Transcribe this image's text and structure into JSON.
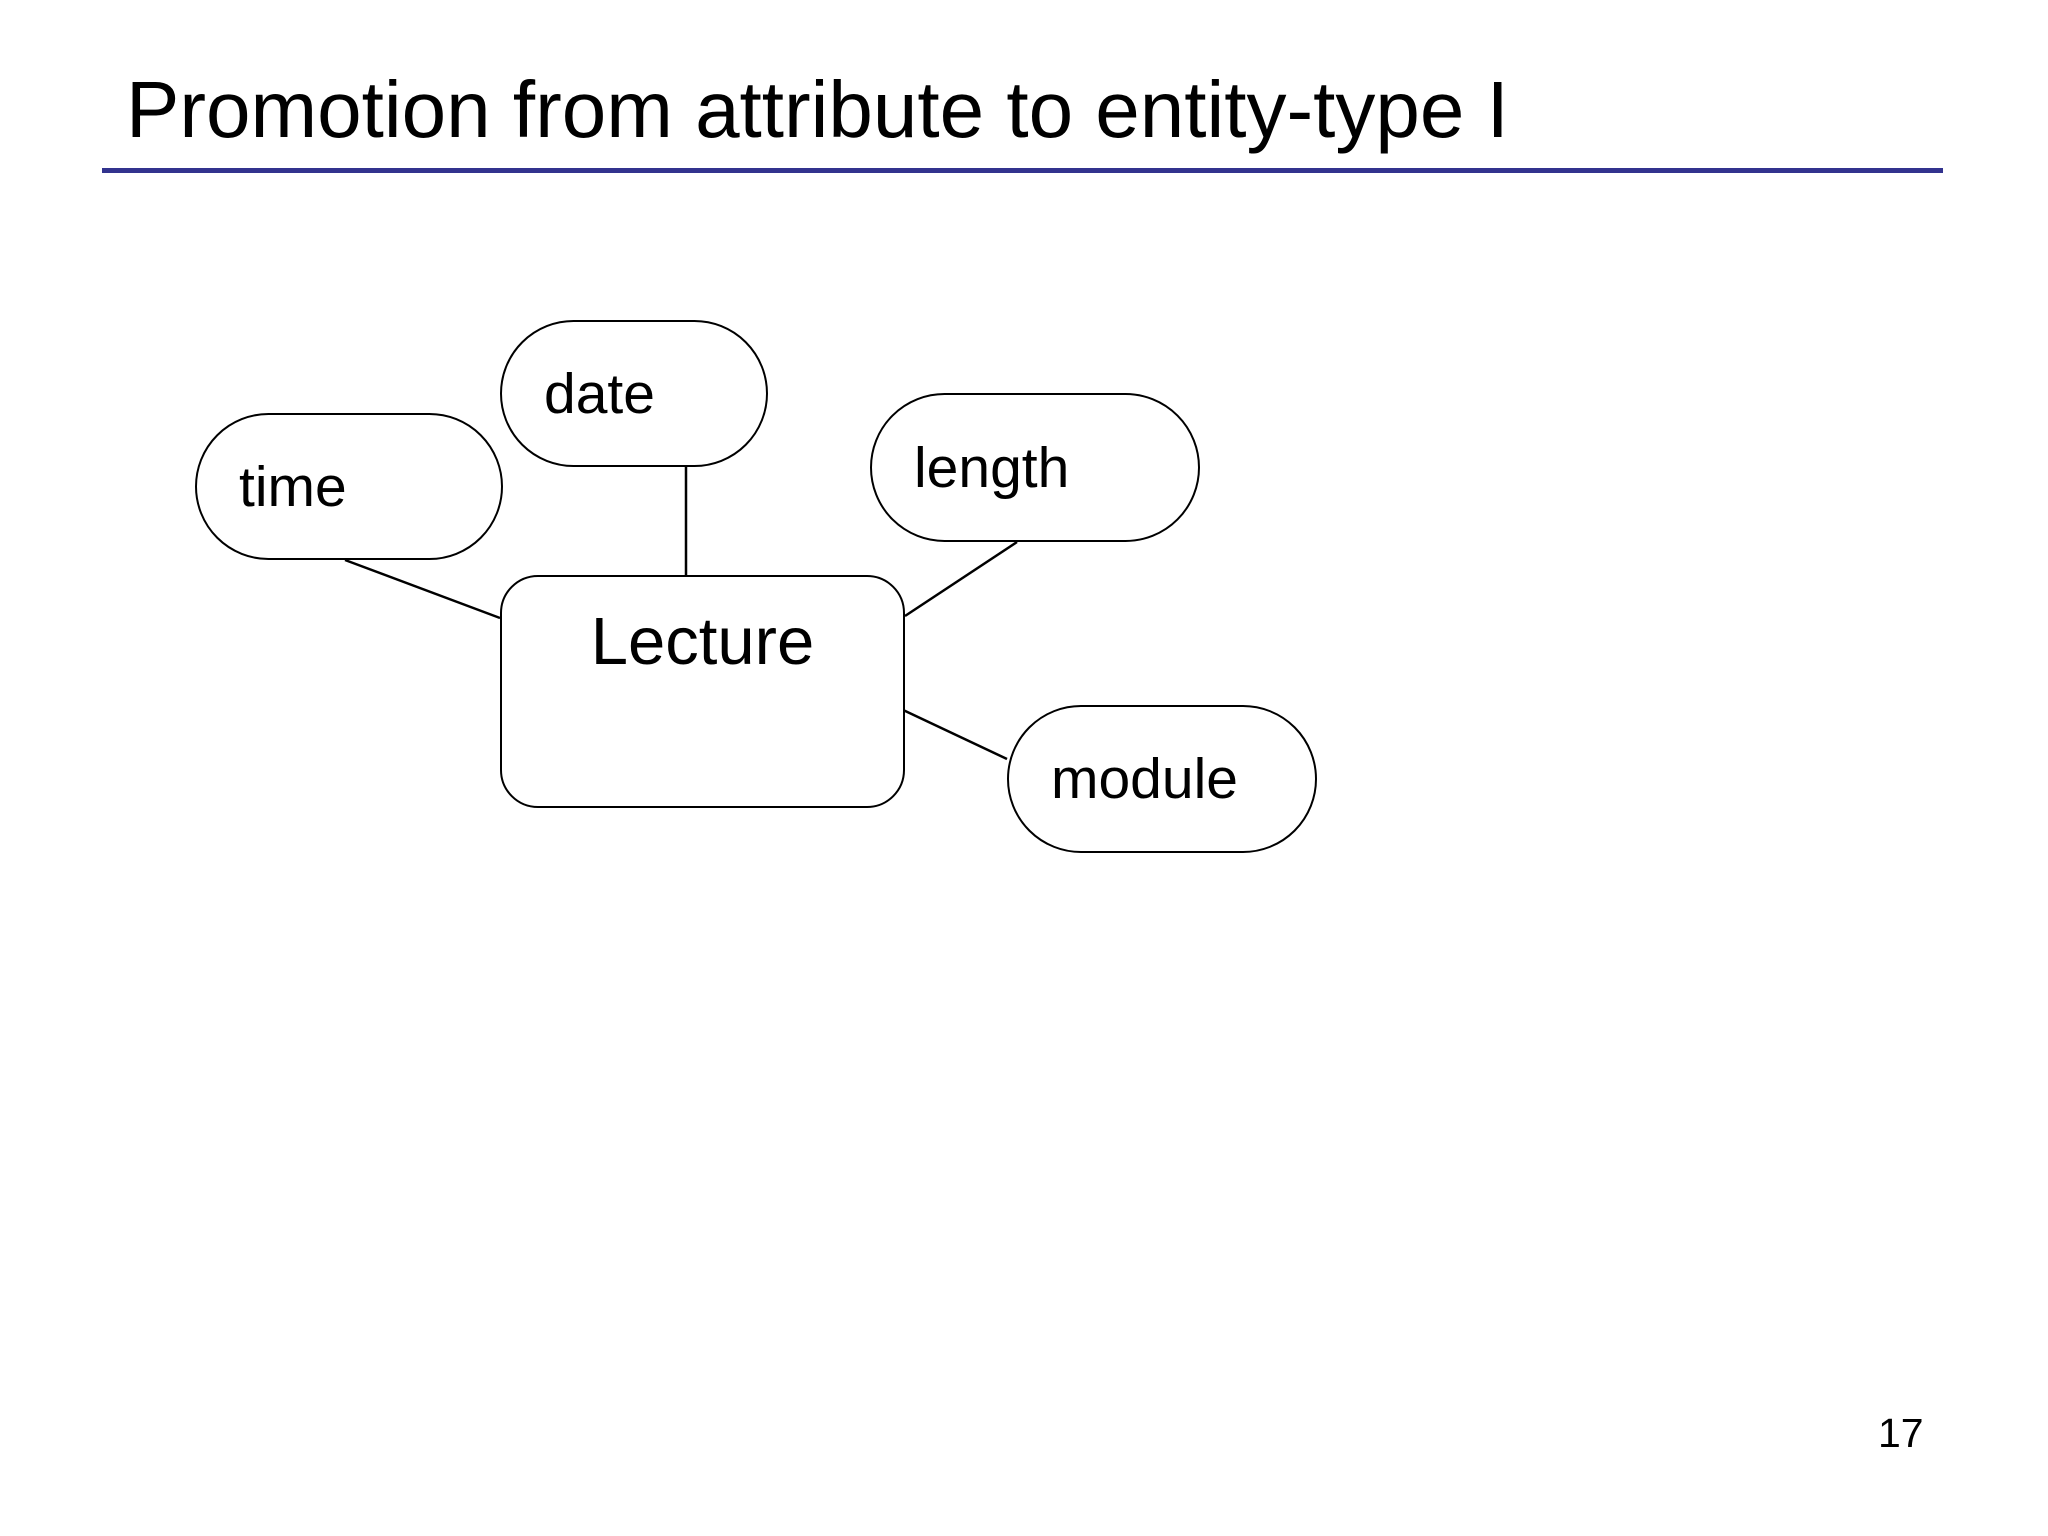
{
  "slide": {
    "title": "Promotion from attribute to entity-type I",
    "page_number": "17"
  },
  "colors": {
    "accent_line": "#32338e",
    "shape_border": "#000000",
    "text": "#000000",
    "background": "#ffffff"
  },
  "diagram": {
    "type": "er-diagram",
    "entity": {
      "label": "Lecture"
    },
    "attributes": [
      {
        "label": "time"
      },
      {
        "label": "date"
      },
      {
        "label": "length"
      },
      {
        "label": "module"
      }
    ],
    "connections": [
      {
        "from": "time",
        "to": "Lecture"
      },
      {
        "from": "date",
        "to": "Lecture"
      },
      {
        "from": "length",
        "to": "Lecture"
      },
      {
        "from": "Lecture",
        "to": "module"
      }
    ]
  }
}
